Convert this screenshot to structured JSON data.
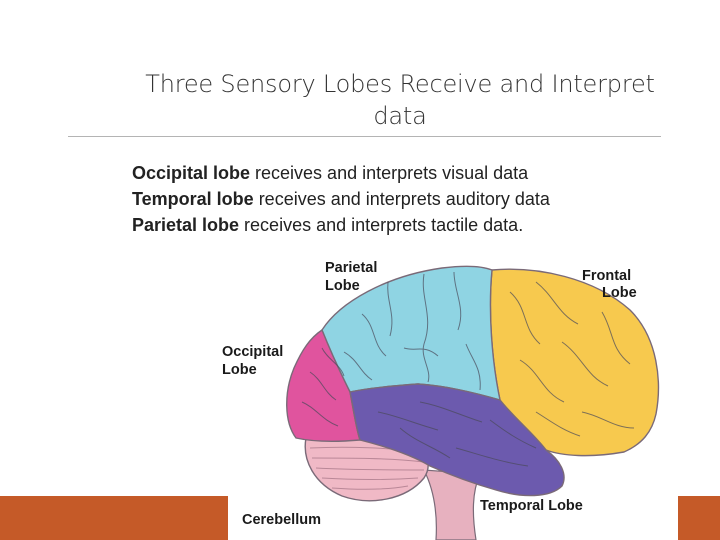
{
  "slide": {
    "title": "Three Sensory Lobes Receive and Interpret data",
    "bullets": [
      {
        "lobe": "Occipital lobe",
        "text": " receives and interprets visual data"
      },
      {
        "lobe": "Temporal lobe",
        "text": " receives and interprets auditory data"
      },
      {
        "lobe": "Parietal lobe",
        "text": " receives and interprets tactile data."
      }
    ]
  },
  "figure": {
    "labels": {
      "parietal_1": "Parietal",
      "parietal_2": "Lobe",
      "frontal_1": "Frontal",
      "frontal_2": "Lobe",
      "occipital_1": "Occipital",
      "occipital_2": "Lobe",
      "temporal": "Temporal Lobe",
      "cerebellum": "Cerebellum"
    },
    "colors": {
      "parietal": "#8fd4e3",
      "frontal": "#f7c94e",
      "occipital": "#e0549e",
      "temporal": "#6c5aae",
      "cerebellum": "#f0b9c6",
      "brainstem": "#e7b1bf",
      "accent_footer": "#c55a28"
    }
  }
}
